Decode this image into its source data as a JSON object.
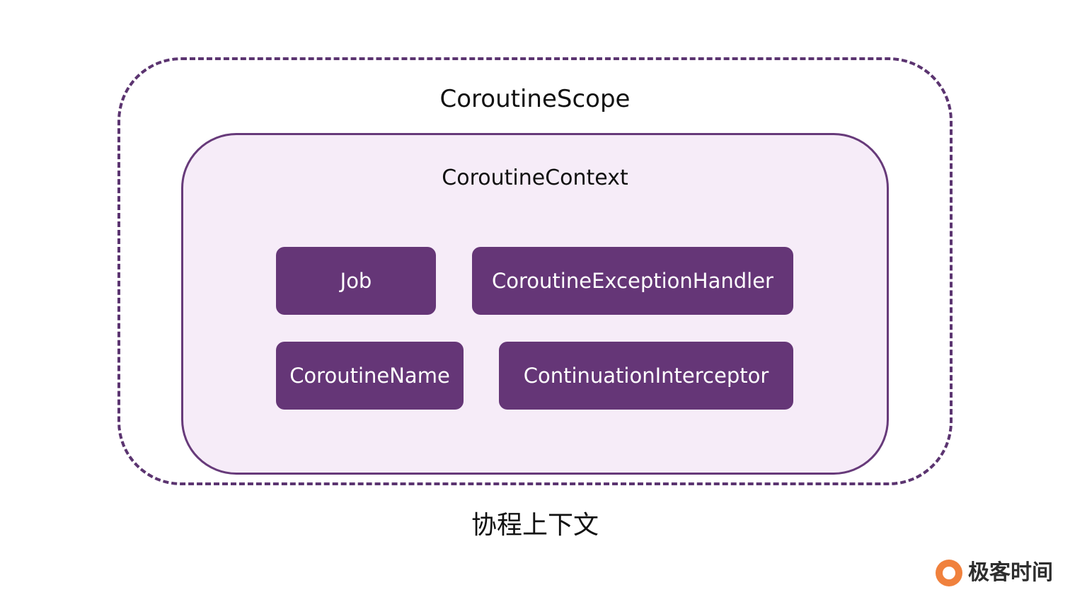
{
  "diagram": {
    "scope_label": "CoroutineScope",
    "context_label": "CoroutineContext",
    "elements": {
      "job": "Job",
      "exception_handler": "CoroutineExceptionHandler",
      "name": "CoroutineName",
      "interceptor": "ContinuationInterceptor"
    },
    "caption": "协程上下文"
  },
  "watermark": {
    "text": "极客时间",
    "icon": "geektime-logo-icon"
  },
  "colors": {
    "border": "#5b3470",
    "context_fill": "#f6ecf8",
    "element_fill": "#653677",
    "logo": "#f0813d"
  }
}
